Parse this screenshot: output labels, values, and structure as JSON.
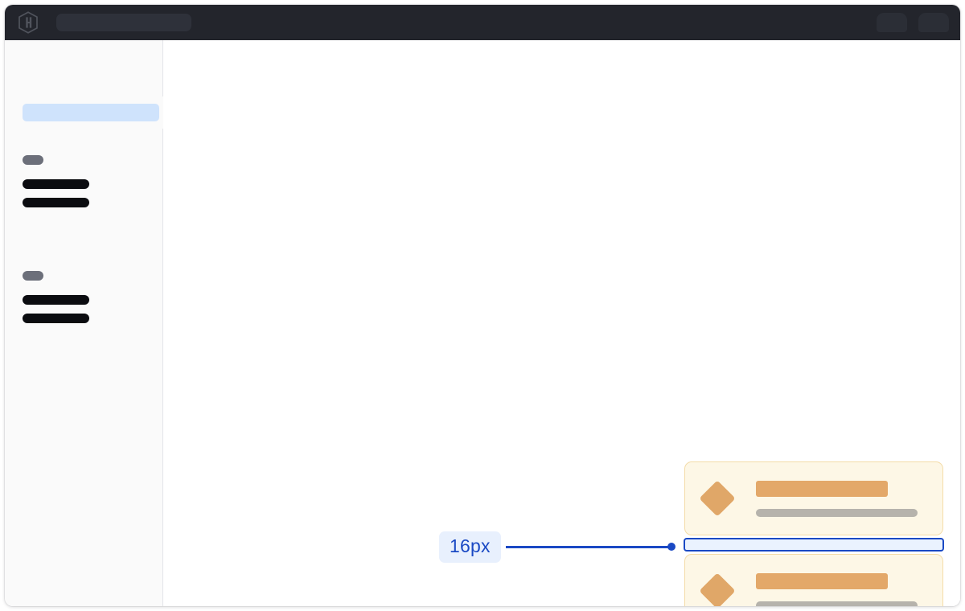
{
  "window": {
    "name": "design-inspector-window"
  },
  "navbar": {
    "logo_icon": "hashicorp-hexagon-logo-icon",
    "search_skeleton": "loading-search-placeholder",
    "actions": [
      {
        "icon": "nav-action-placeholder-1"
      },
      {
        "icon": "nav-action-placeholder-2"
      }
    ]
  },
  "sidebar": {
    "active_item": "selected-nav-item-placeholder",
    "collapse_handle_icon": "sidebar-collapse-handle-icon",
    "groups": [
      {
        "label_skeleton": "group-label-placeholder",
        "rows": [
          "nav-row-placeholder",
          "nav-row-placeholder"
        ]
      },
      {
        "label_skeleton": "group-label-placeholder",
        "rows": [
          "nav-row-placeholder",
          "nav-row-placeholder"
        ]
      }
    ]
  },
  "main": {
    "cards": [
      {
        "icon": "diamond-icon",
        "title_skeleton": "card-title-placeholder",
        "subtitle_skeleton": "card-subtitle-placeholder"
      },
      {
        "icon": "diamond-icon",
        "title_skeleton": "card-title-placeholder",
        "subtitle_skeleton": "card-subtitle-placeholder"
      }
    ],
    "spacing_inspector": {
      "measurement_label": "16px",
      "highlight_name": "gap-highlight-region",
      "leader_line": "measurement-leader-line",
      "anchor_dot": "measurement-anchor-dot"
    }
  },
  "colors": {
    "navbar_bg": "#23252c",
    "sidebar_bg": "#fafafa",
    "sidebar_active": "#cfe3fc",
    "canvas_bg": "#ffffff",
    "card_bg": "#fdf7e6",
    "card_border": "#f4dca8",
    "card_accent": "#e3a869",
    "card_muted": "#b6b3ac",
    "measure_blue": "#1a49c4",
    "measure_badge_bg": "#e8f0fd",
    "measure_fill": "#eaf2fe",
    "skeleton_dark": "#0b0c10",
    "skeleton_gray": "#6c6f7a"
  }
}
